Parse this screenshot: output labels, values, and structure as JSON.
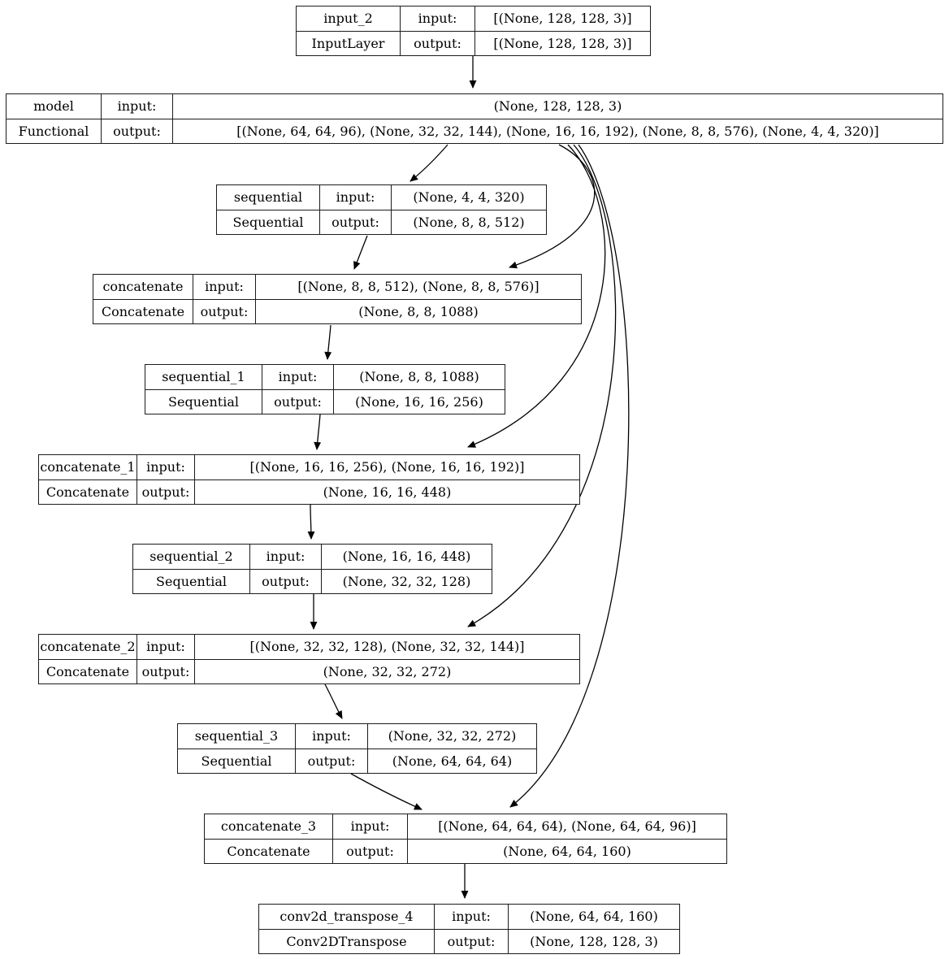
{
  "diagram": {
    "kind": "keras-model-plot",
    "labels": {
      "input": "input:",
      "output": "output:"
    },
    "colors": {
      "background": "#ffffff",
      "border": "#1c1c1c",
      "text": "#000000",
      "edge": "#000000"
    },
    "nodes": [
      {
        "id": "input_2",
        "name": "input_2",
        "layer_type": "InputLayer",
        "input_shape": "[(None, 128, 128, 3)]",
        "output_shape": "[(None, 128, 128, 3)]"
      },
      {
        "id": "model",
        "name": "model",
        "layer_type": "Functional",
        "input_shape": "(None, 128, 128, 3)",
        "output_shape": "[(None, 64, 64, 96), (None, 32, 32, 144), (None, 16, 16, 192), (None, 8, 8, 576), (None, 4, 4, 320)]"
      },
      {
        "id": "sequential",
        "name": "sequential",
        "layer_type": "Sequential",
        "input_shape": "(None, 4, 4, 320)",
        "output_shape": "(None, 8, 8, 512)"
      },
      {
        "id": "concatenate",
        "name": "concatenate",
        "layer_type": "Concatenate",
        "input_shape": "[(None, 8, 8, 512), (None, 8, 8, 576)]",
        "output_shape": "(None, 8, 8, 1088)"
      },
      {
        "id": "sequential_1",
        "name": "sequential_1",
        "layer_type": "Sequential",
        "input_shape": "(None, 8, 8, 1088)",
        "output_shape": "(None, 16, 16, 256)"
      },
      {
        "id": "concatenate_1",
        "name": "concatenate_1",
        "layer_type": "Concatenate",
        "input_shape": "[(None, 16, 16, 256), (None, 16, 16, 192)]",
        "output_shape": "(None, 16, 16, 448)"
      },
      {
        "id": "sequential_2",
        "name": "sequential_2",
        "layer_type": "Sequential",
        "input_shape": "(None, 16, 16, 448)",
        "output_shape": "(None, 32, 32, 128)"
      },
      {
        "id": "concatenate_2",
        "name": "concatenate_2",
        "layer_type": "Concatenate",
        "input_shape": "[(None, 32, 32, 128), (None, 32, 32, 144)]",
        "output_shape": "(None, 32, 32, 272)"
      },
      {
        "id": "sequential_3",
        "name": "sequential_3",
        "layer_type": "Sequential",
        "input_shape": "(None, 32, 32, 272)",
        "output_shape": "(None, 64, 64, 64)"
      },
      {
        "id": "concatenate_3",
        "name": "concatenate_3",
        "layer_type": "Concatenate",
        "input_shape": "[(None, 64, 64, 64), (None, 64, 64, 96)]",
        "output_shape": "(None, 64, 64, 160)"
      },
      {
        "id": "conv2d_transpose_4",
        "name": "conv2d_transpose_4",
        "layer_type": "Conv2DTranspose",
        "input_shape": "(None, 64, 64, 160)",
        "output_shape": "(None, 128, 128, 3)"
      }
    ],
    "edges": [
      {
        "from": "input_2",
        "to": "model"
      },
      {
        "from": "model",
        "to": "sequential"
      },
      {
        "from": "sequential",
        "to": "concatenate"
      },
      {
        "from": "model",
        "to": "concatenate"
      },
      {
        "from": "concatenate",
        "to": "sequential_1"
      },
      {
        "from": "sequential_1",
        "to": "concatenate_1"
      },
      {
        "from": "model",
        "to": "concatenate_1"
      },
      {
        "from": "concatenate_1",
        "to": "sequential_2"
      },
      {
        "from": "sequential_2",
        "to": "concatenate_2"
      },
      {
        "from": "model",
        "to": "concatenate_2"
      },
      {
        "from": "concatenate_2",
        "to": "sequential_3"
      },
      {
        "from": "sequential_3",
        "to": "concatenate_3"
      },
      {
        "from": "model",
        "to": "concatenate_3"
      },
      {
        "from": "concatenate_3",
        "to": "conv2d_transpose_4"
      }
    ]
  }
}
